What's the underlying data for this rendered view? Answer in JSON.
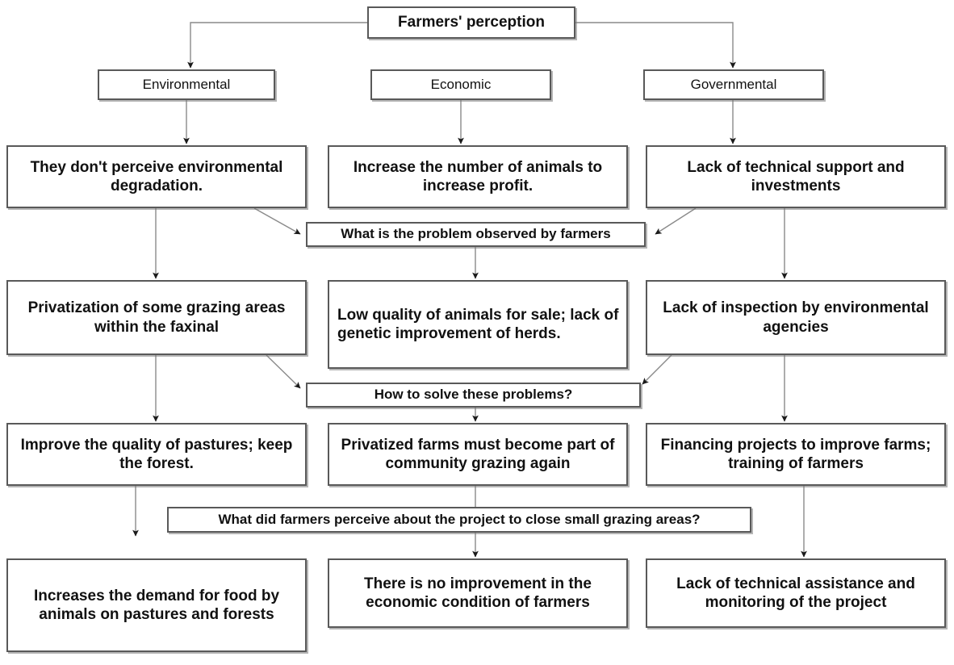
{
  "diagram": {
    "title": "Farmers' perception",
    "categories": [
      {
        "label": "Environmental"
      },
      {
        "label": "Economic"
      },
      {
        "label": "Governmental"
      }
    ],
    "rows": [
      {
        "band": null,
        "cells": [
          {
            "text": "They don't perceive environmental degradation."
          },
          {
            "text": "Increase the number of animals to increase profit."
          },
          {
            "text": "Lack of technical support and investments"
          }
        ]
      },
      {
        "band": {
          "text": "What is the problem observed by farmers"
        },
        "cells": [
          {
            "text": "Privatization of some grazing areas within the faxinal"
          },
          {
            "text": "Low quality of animals for sale; lack of genetic improvement of herds."
          },
          {
            "text": "Lack of inspection by environmental agencies"
          }
        ]
      },
      {
        "band": {
          "text": "How to solve these problems?"
        },
        "cells": [
          {
            "text": "Improve the quality of pastures; keep the forest."
          },
          {
            "text": "Privatized farms must become part of community grazing again"
          },
          {
            "text": "Financing projects to improve farms; training of farmers"
          }
        ]
      },
      {
        "band": {
          "text": "What did farmers perceive about the project to close small grazing areas?"
        },
        "cells": [
          {
            "text": "Increases the demand for food by animals on pastures and forests"
          },
          {
            "text": "There is no improvement in the economic condition of farmers"
          },
          {
            "text": "Lack of technical assistance and monitoring of the project"
          }
        ]
      }
    ],
    "colors": {
      "box_border": "#595959",
      "box_fill": "#ffffff",
      "text": "#111111",
      "connector": "#7f7f7f",
      "arrowhead": "#1a1a1a"
    }
  }
}
